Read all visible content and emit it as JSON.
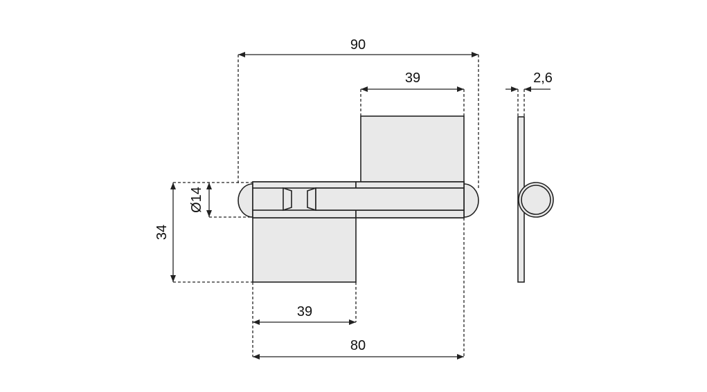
{
  "title": "Lift-off hinge dimension drawing",
  "dimensions": {
    "overall_length": "90",
    "upper_leaf_width": "39",
    "lower_leaf_width": "39",
    "leaf_span": "80",
    "height": "34",
    "knuckle_diameter": "Ø14",
    "thickness": "2,6"
  }
}
